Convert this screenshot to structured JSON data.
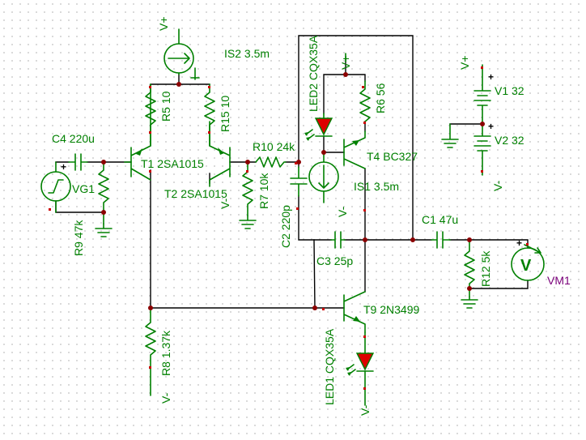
{
  "components": {
    "is2": "IS2 3.5m",
    "r5": "R5 10",
    "r15": "R15 10",
    "c4": "C4 220u",
    "t1": "T1 2SA1015",
    "t2": "T2 2SA1015",
    "vg1": "VG1",
    "r9": "R9 47k",
    "r10": "R10 24k",
    "r7": "R7 10k",
    "c2": "C2 220p",
    "led2": "LED2 CQX35A",
    "r6": "R6 56",
    "t4": "T4 BC327",
    "is1": "IS1 3.5m",
    "v1": "V1 32",
    "v2": "V2 32",
    "c1": "C1 47u",
    "r12": "R12 5k",
    "vm1": "VM1",
    "c3": "C3 25p",
    "t9": "T9 2N3499",
    "r8": "R8 1.37k",
    "led1": "LED1 CQX35A"
  },
  "rails": {
    "pos": "V+",
    "neg": "V-"
  },
  "symbols": {
    "plus": "+",
    "voltmeter": "V"
  },
  "colors": {
    "component": "#008000",
    "wire": "#000000",
    "led": "#dd0000",
    "junction": "#8b0000",
    "meter_label": "#7a007a"
  }
}
